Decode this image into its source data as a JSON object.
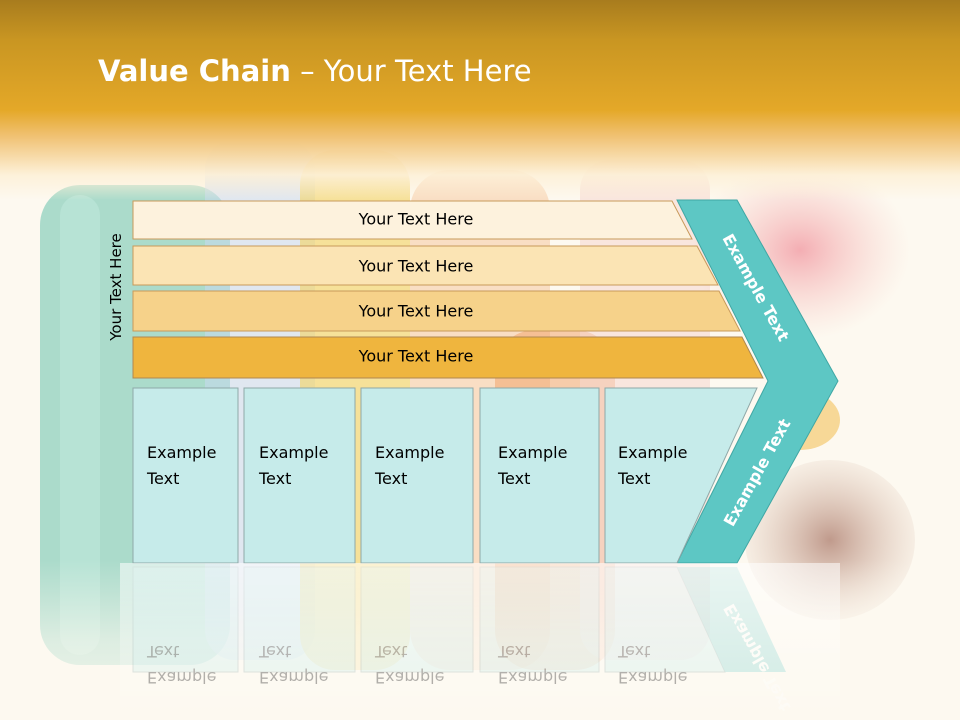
{
  "title": {
    "bold": "Value Chain",
    "rest": " – Your Text Here"
  },
  "side_label": "Your Text Here",
  "rows": [
    {
      "label": "Your Text Here",
      "fill": "#fdf2dd"
    },
    {
      "label": "Your Text Here",
      "fill": "#fbe4b4"
    },
    {
      "label": "Your Text Here",
      "fill": "#f6d28a"
    },
    {
      "label": "Your Text Here",
      "fill": "#efb53e"
    }
  ],
  "boxes": [
    {
      "line1": "Example",
      "line2": "Text"
    },
    {
      "line1": "Example",
      "line2": "Text"
    },
    {
      "line1": "Example",
      "line2": "Text"
    },
    {
      "line1": "Example",
      "line2": "Text"
    },
    {
      "line1": "Example",
      "line2": "Text"
    }
  ],
  "chevron": {
    "upper_text": "Example Text",
    "lower_text": "Example Text",
    "color": "#5dc7c4"
  },
  "colors": {
    "box_fill": "#c6ebea",
    "box_stroke": "#8fa8a8",
    "row_stroke": "#b08850"
  }
}
